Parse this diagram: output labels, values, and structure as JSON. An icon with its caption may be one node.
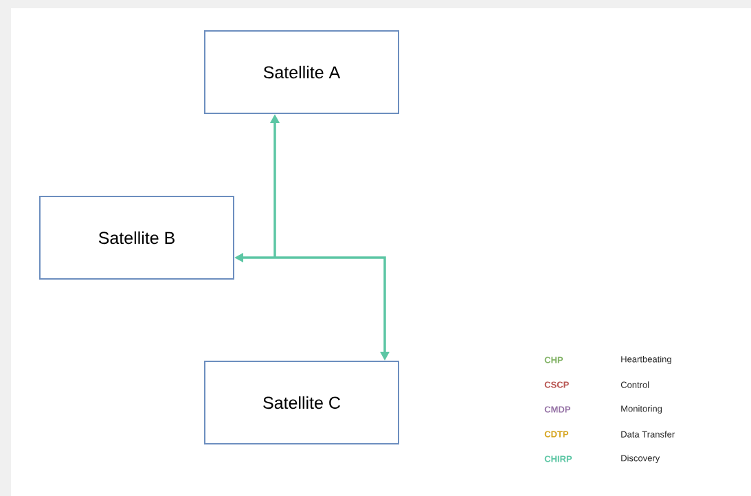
{
  "diagram": {
    "nodes": [
      {
        "text": [
          "Satellite A"
        ]
      },
      {
        "text": [
          "Satellite B"
        ]
      },
      {
        "text": [
          "Satellite C"
        ]
      }
    ],
    "edges": [
      {
        "from": null,
        "to": 0,
        "arrow": "to"
      },
      {
        "from": null,
        "to": 1,
        "arrow": "to"
      },
      {
        "from": null,
        "to": 2,
        "arrow": "to"
      }
    ],
    "labels": [
      "CHP",
      "Heartbeating",
      "CSCP",
      "Control",
      "CMDP",
      "Monitoring",
      "CDTP",
      "Data Transfer",
      "CHIRP",
      "Discovery"
    ]
  }
}
